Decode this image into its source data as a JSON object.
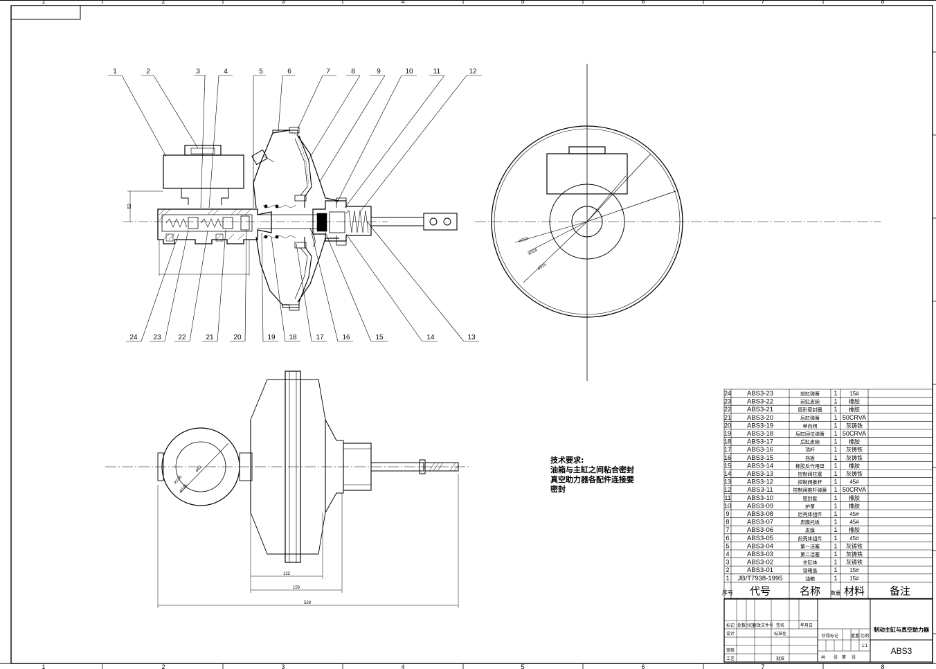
{
  "sheet": {
    "zone_numbers_top": [
      "1",
      "2",
      "3",
      "4",
      "5",
      "6",
      "7",
      "8"
    ],
    "zone_numbers_bottom": [
      "1",
      "2",
      "3",
      "4",
      "5",
      "6",
      "7",
      "8"
    ]
  },
  "front_view": {
    "top_callouts": [
      "1",
      "2",
      "3",
      "4",
      "5",
      "6",
      "7",
      "8",
      "9",
      "10",
      "11",
      "12"
    ],
    "bottom_callouts": [
      "24",
      "23",
      "22",
      "21",
      "20",
      "19",
      "18",
      "17",
      "16",
      "15",
      "14",
      "13"
    ],
    "dimension_52": "52"
  },
  "side_view": {
    "dims": [
      "ø333",
      "ø324",
      "ø315"
    ]
  },
  "top_view": {
    "dims": [
      "122",
      "159",
      "528",
      "ø138",
      "ø145",
      "ø62"
    ]
  },
  "tech_requirements": {
    "title": "技术要求:",
    "lines": [
      "油箱与主缸之间粘合密封",
      "真空助力器各配件连接要",
      "密封"
    ]
  },
  "bom": {
    "rows": [
      [
        "24",
        "ABS3-23",
        "前缸弹簧",
        "1",
        "15#"
      ],
      [
        "23",
        "ABS3-22",
        "前缸皮碗",
        "1",
        "橡胶"
      ],
      [
        "22",
        "ABS3-21",
        "唇形密封圈",
        "1",
        "橡胶"
      ],
      [
        "21",
        "ABS3-20",
        "后缸弹簧",
        "1",
        "50CRVA"
      ],
      [
        "20",
        "ABS3-19",
        "单向阀",
        "1",
        "灰铸铁"
      ],
      [
        "19",
        "ABS3-18",
        "后缸回位弹簧",
        "1",
        "50CRVA"
      ],
      [
        "18",
        "ABS3-17",
        "后缸皮碗",
        "1",
        "橡胶"
      ],
      [
        "17",
        "ABS3-16",
        "顶杆",
        "1",
        "灰铸铁"
      ],
      [
        "16",
        "ABS3-15",
        "挡板",
        "1",
        "灰铸铁"
      ],
      [
        "15",
        "ABS3-14",
        "橡胶反作用盘",
        "1",
        "橡胶"
      ],
      [
        "14",
        "ABS3-13",
        "控制阀柱塞",
        "1",
        "灰铸铁"
      ],
      [
        "13",
        "ABS3-12",
        "控制阀推杆",
        "1",
        "45#"
      ],
      [
        "12",
        "ABS3-11",
        "控制阀推杆弹簧",
        "1",
        "50CRVA"
      ],
      [
        "11",
        "ABS3-10",
        "密封套",
        "1",
        "橡胶"
      ],
      [
        "10",
        "ABS3-09",
        "护罩",
        "1",
        "橡胶"
      ],
      [
        "9",
        "ABS3-08",
        "后壳体组件",
        "1",
        "45#"
      ],
      [
        "8",
        "ABS3-07",
        "皮膜托板",
        "1",
        "45#"
      ],
      [
        "7",
        "ABS3-06",
        "皮膜",
        "1",
        "橡胶"
      ],
      [
        "6",
        "ABS3-05",
        "前壳体组件",
        "1",
        "45#"
      ],
      [
        "5",
        "ABS3-04",
        "第一活塞",
        "1",
        "灰铸铁"
      ],
      [
        "4",
        "ABS3-03",
        "第二活塞",
        "1",
        "灰铸铁"
      ],
      [
        "3",
        "ABS3-02",
        "主缸体",
        "1",
        "灰铸铁"
      ],
      [
        "2",
        "ABS3-01",
        "油箱盖",
        "1",
        "15#"
      ],
      [
        "1",
        "JB/T7938-1995",
        "油箱",
        "1",
        "15#"
      ]
    ],
    "header": {
      "seq": "序号",
      "code": "代号",
      "name": "名称",
      "qty": "数量",
      "material": "材料",
      "remark": "备注"
    }
  },
  "title_block": {
    "labels": {
      "mark": "标记",
      "count": "处数",
      "zone": "分区",
      "change_doc": "更改文件号",
      "sign": "签名",
      "date": "年月日",
      "designer": "设计",
      "standardize": "标准化",
      "stage": "阶段标记",
      "weight": "重量",
      "scale": "比例",
      "check": "审核",
      "process": "工艺",
      "approve": "批准",
      "total": "共",
      "sheets": "张",
      "page": "第",
      "page_sheets": "张"
    },
    "scale_value": "1:1",
    "drawing_name": "制动主缸与真空助力器",
    "drawing_code": "ABS3"
  }
}
